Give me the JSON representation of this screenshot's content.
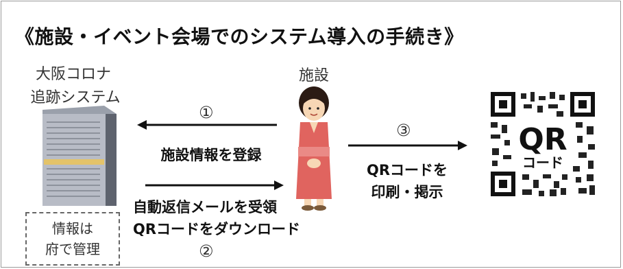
{
  "title": "《施設・イベント会場でのシステム導入の手続き》",
  "system": {
    "line1": "大阪コロナ",
    "line2": "追跡システム"
  },
  "facility": {
    "label": "施設"
  },
  "info_box": {
    "line1": "情報は",
    "line2": "府で管理"
  },
  "steps": [
    {
      "number": "①",
      "label": "施設情報を登録"
    },
    {
      "number": "②",
      "line1": "自動返信メールを受領",
      "line2": "QRコードをダウンロード"
    },
    {
      "number": "③",
      "line1": "QRコードを",
      "line2": "印刷・掲示"
    }
  ],
  "qr": {
    "text1": "QR",
    "text2": "コード"
  },
  "colors": {
    "server_body": "#b8bcc6",
    "server_dark": "#5e636e",
    "server_accent": "#e3c36a",
    "kimono": "#e0645f",
    "obi": "#ea8a86",
    "skin": "#f7d7b5",
    "hair": "#2b1b14"
  }
}
